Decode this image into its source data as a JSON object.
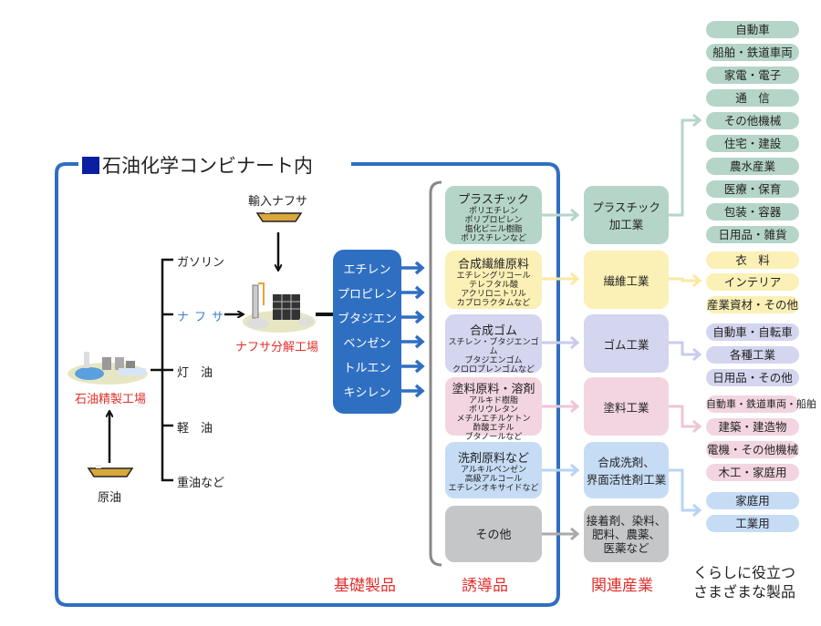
{
  "title": "石油化学コンビナート内",
  "colors": {
    "frame_blue": "#2f6fc2",
    "title_square": "#0a1ea0",
    "label_red": "#e0302c",
    "naphtha_blue": "#3a7fd0",
    "green": "#b5d5c8",
    "yellow": "#fbf0b5",
    "lavender": "#d4d5ef",
    "pink": "#f2d5e0",
    "light_blue": "#c6dcf5",
    "gray": "#c4c6c7"
  },
  "sources": {
    "crude_oil": "原油",
    "refinery": "石油精製工場",
    "imported_naphtha": "輸入ナフサ",
    "cracker": "ナフサ分解工場"
  },
  "refinery_products": [
    "ガソリン",
    "ナフサ",
    "灯　油",
    "軽　油",
    "重油など"
  ],
  "basic_products": [
    "エチレン",
    "プロピレン",
    "ブタジエン",
    "ベンゼン",
    "トルエン",
    "キシレン"
  ],
  "derivatives": [
    {
      "name": "プラスチック",
      "items": [
        "ポリエチレン",
        "ポリプロピレン",
        "塩化ビニル樹脂",
        "ポリスチレンなど"
      ]
    },
    {
      "name": "合成繊維原料",
      "items": [
        "エチレングリコール",
        "テレフタル酸",
        "アクリロニトリル",
        "カプロラクタムなど"
      ]
    },
    {
      "name": "合成ゴム",
      "items": [
        "スチレン・ブタジエンゴム",
        "ブタジエンゴム",
        "クロロプレンゴムなど"
      ]
    },
    {
      "name": "塗料原料・溶剤",
      "items": [
        "アルキド樹脂",
        "ポリウレタン",
        "メチルエチルケトン",
        "酢酸エチル",
        "ブタノールなど"
      ]
    },
    {
      "name": "洗剤原料など",
      "items": [
        "アルキルベンゼン",
        "高級アルコール",
        "エチレンオキサイドなど"
      ]
    },
    {
      "name": "その他",
      "items": []
    }
  ],
  "industries": [
    {
      "lines": [
        "プラスチック",
        "加工業"
      ]
    },
    {
      "lines": [
        "繊維工業"
      ]
    },
    {
      "lines": [
        "ゴム工業"
      ]
    },
    {
      "lines": [
        "塗料工業"
      ]
    },
    {
      "lines": [
        "合成洗剤、",
        "界面活性剤工業"
      ]
    },
    {
      "lines": [
        "接着剤、染料、",
        "肥料、農薬、",
        "医薬など"
      ]
    }
  ],
  "products": {
    "plastic": [
      "自動車",
      "船舶・鉄道車両",
      "家電・電子",
      "通　信",
      "その他機械",
      "住宅・建設",
      "農水産業",
      "医療・保育",
      "包装・容器",
      "日用品・雑貨"
    ],
    "fiber": [
      "衣　料",
      "インテリア",
      "産業資材・その他"
    ],
    "rubber": [
      "自動車・自転車",
      "各種工業",
      "日用品・その他"
    ],
    "paint": [
      "自動車・鉄道車両・船舶",
      "建築・建造物",
      "電機・その他機械",
      "木工・家庭用"
    ],
    "detergent": [
      "家庭用",
      "工業用"
    ]
  },
  "categories": {
    "basic": "基礎製品",
    "derivative": "誘導品",
    "related": "関連産業",
    "life_line1": "くらしに役立つ",
    "life_line2": "さまざまな製品"
  }
}
